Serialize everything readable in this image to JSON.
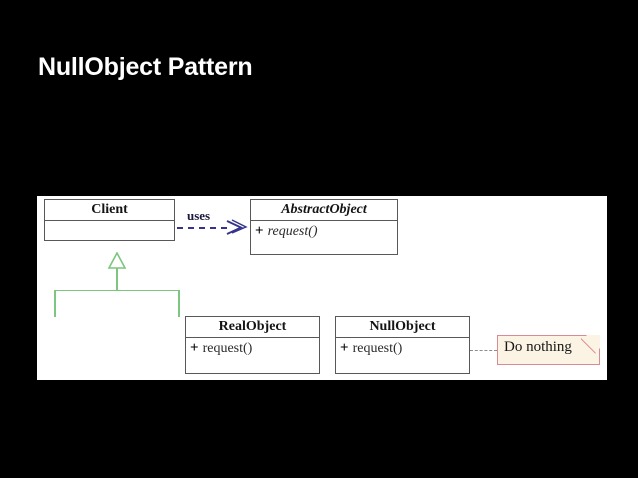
{
  "slide": {
    "title": "NullObject Pattern",
    "background_color": "#000000",
    "title_color": "#ffffff",
    "panel_color": "#ffffff"
  },
  "diagram": {
    "type": "uml-class-diagram",
    "classes": [
      {
        "id": "client",
        "name": "Client",
        "abstract": false,
        "operations": []
      },
      {
        "id": "abstract-object",
        "name": "AbstractObject",
        "abstract": true,
        "operations": [
          {
            "visibility": "+",
            "signature": "request()"
          }
        ]
      },
      {
        "id": "real-object",
        "name": "RealObject",
        "abstract": false,
        "operations": [
          {
            "visibility": "+",
            "signature": "request()"
          }
        ]
      },
      {
        "id": "null-object",
        "name": "NullObject",
        "abstract": false,
        "operations": [
          {
            "visibility": "+",
            "signature": "request()"
          }
        ]
      }
    ],
    "relations": [
      {
        "id": "client-uses-abstract",
        "kind": "dependency",
        "label": "uses",
        "from": "client",
        "to": "abstract-object",
        "color": "#34348c",
        "style": "dashed"
      },
      {
        "id": "real-extends-abstract",
        "kind": "generalization",
        "from": "real-object",
        "to": "abstract-object",
        "color": "#7cc67f",
        "style": "solid"
      },
      {
        "id": "null-extends-abstract",
        "kind": "generalization",
        "from": "null-object",
        "to": "abstract-object",
        "color": "#7cc67f",
        "style": "solid"
      },
      {
        "id": "null-note-link",
        "kind": "note-anchor",
        "from": "null-object",
        "to": "note-do-nothing",
        "color": "#8c8c8c",
        "style": "dashed"
      }
    ],
    "notes": [
      {
        "id": "note-do-nothing",
        "text": "Do nothing",
        "fill_color": "#fbf3e4",
        "border_color": "#d98a92"
      }
    ]
  }
}
